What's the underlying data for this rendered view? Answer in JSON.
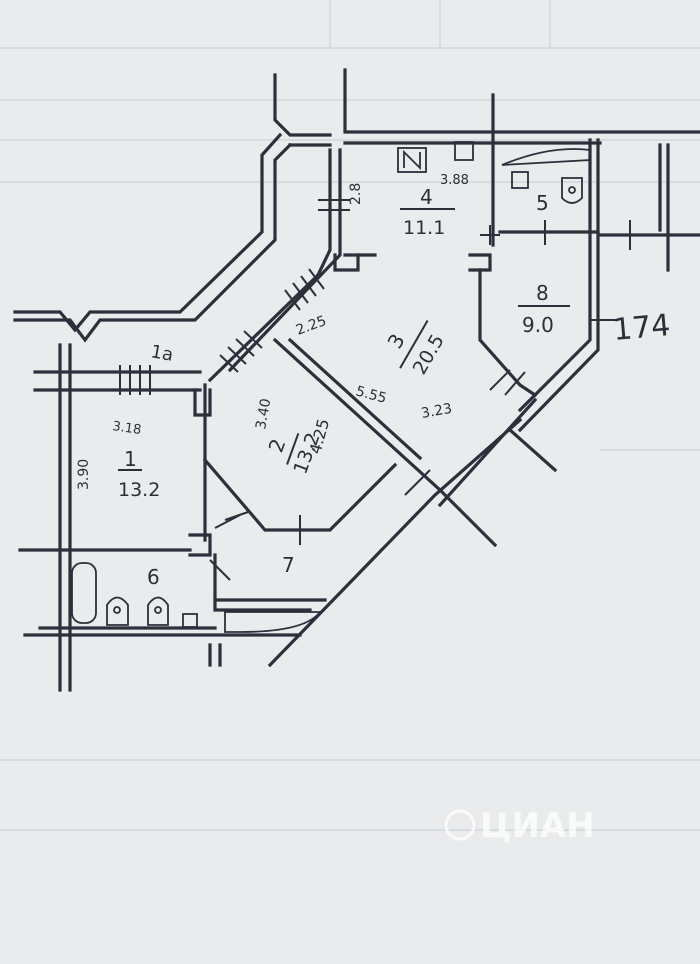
{
  "rooms": [
    {
      "id": "r1",
      "number": "1",
      "area": "13.2"
    },
    {
      "id": "r1a",
      "number": "1a",
      "area": ""
    },
    {
      "id": "r2",
      "number": "2",
      "area": "13.2"
    },
    {
      "id": "r3",
      "number": "3",
      "area": "20.5"
    },
    {
      "id": "r4",
      "number": "4",
      "area": "11.1"
    },
    {
      "id": "r5",
      "number": "5",
      "area": ""
    },
    {
      "id": "r6",
      "number": "6",
      "area": ""
    },
    {
      "id": "r7",
      "number": "7",
      "area": ""
    },
    {
      "id": "r8",
      "number": "8",
      "area": "9.0"
    }
  ],
  "dimensions": {
    "d_3_88": "3.88",
    "d_2_8": "2.8",
    "d_2_25": "2.25",
    "d_3_40": "3.40",
    "d_4_25": "4.25",
    "d_5_55": "5.55",
    "d_3_23": "3.23",
    "d_3_18": "3.18",
    "d_3_90": "3.90"
  },
  "marker": "174",
  "watermark": "ЦИАН",
  "colors": {
    "paper": "#e9ebed",
    "ink": "#2b303b"
  }
}
